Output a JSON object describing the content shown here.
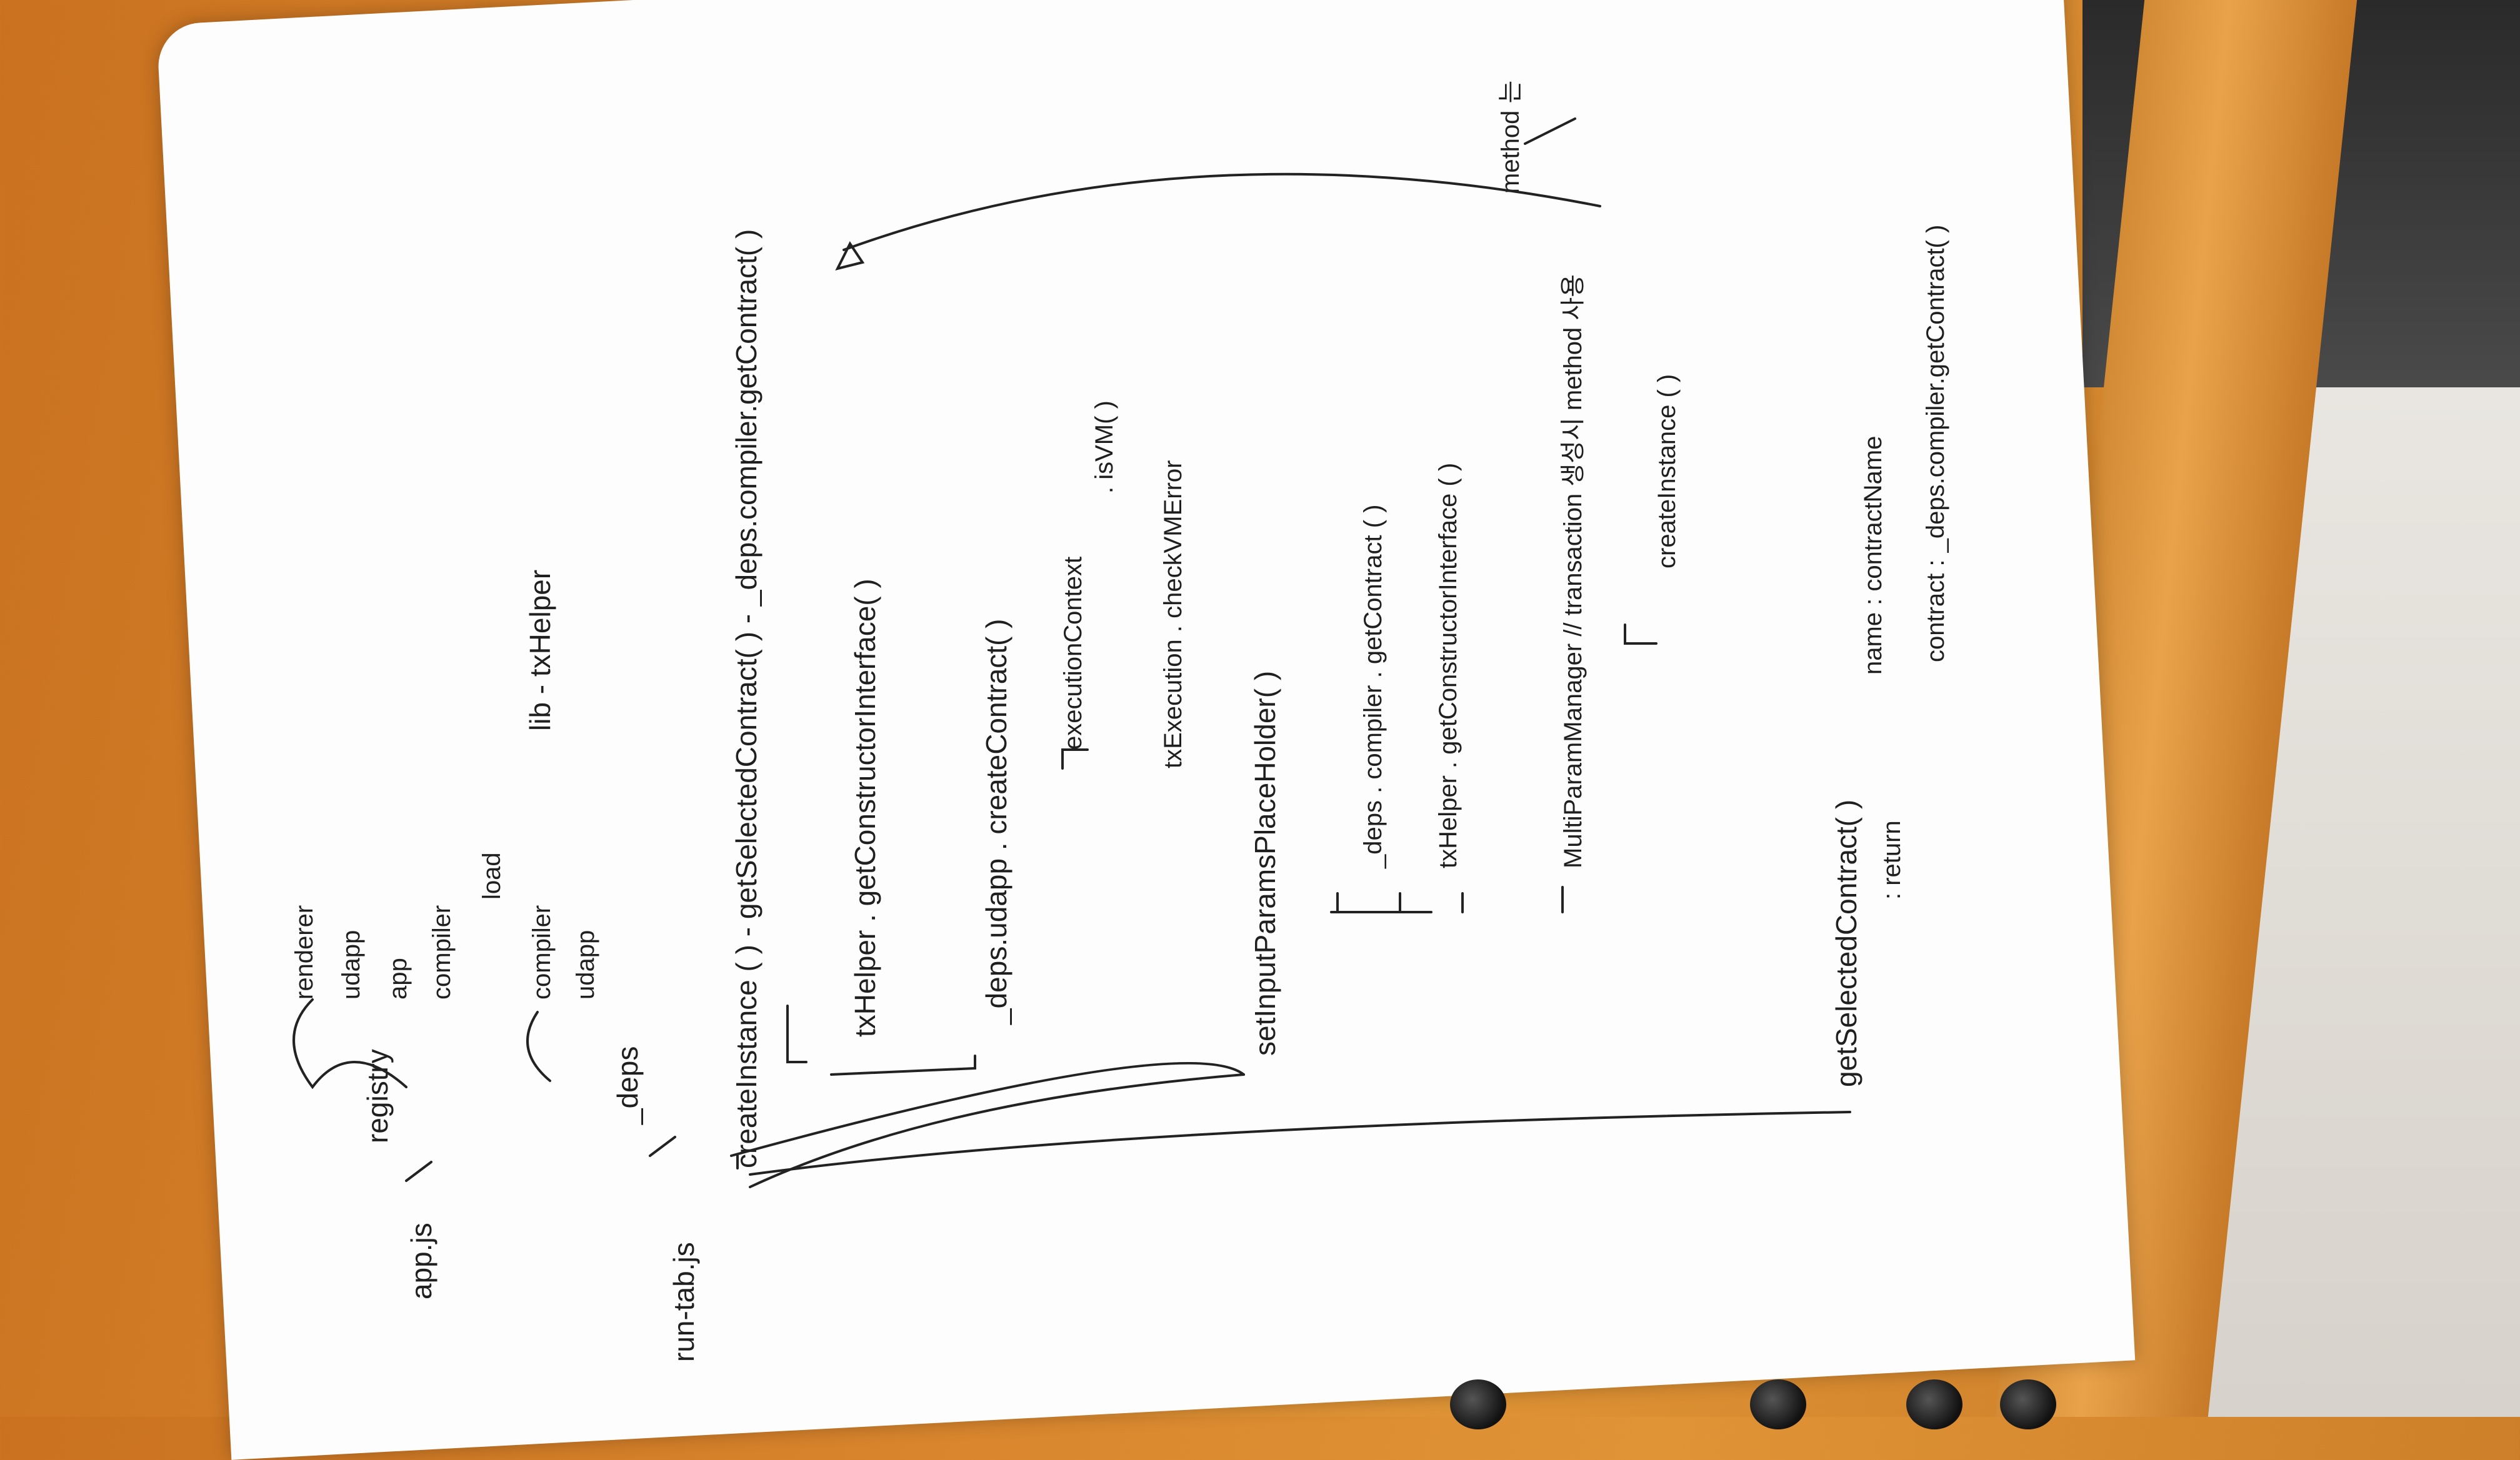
{
  "notes": {
    "app_js": "app.js",
    "registry": "registry",
    "renderer": "renderer",
    "udapp_1": "udapp",
    "app": "app",
    "compiler_1": "compiler",
    "load": "load",
    "compiler_2": "compiler",
    "udapp_2": "udapp",
    "lib": "lib - txHelper",
    "run_tab": "run-tab.js",
    "deps": "_deps",
    "create_instance": "createInstance ( ) - getSelectedContract( ) - _deps.compiler.getContract( )",
    "tx_helper_get": "txHelper . getConstructorInterface( )",
    "udapp_create": "_deps.udapp . createContract( )",
    "execution_context": "executionContext",
    "is_vm": ". isVM( )",
    "tx_execution": "txExecution . checkVMError",
    "set_input": "setInputParamsPlaceHolder( )",
    "deps_compiler": "_deps . compiler . getContract ( )",
    "tx_helper_constructor": "txHelper . getConstructorInterface ( )",
    "multi_param": "MultiParamManager // transaction 생성시 method 사용",
    "method_note": "method 는",
    "create_instance_2": "createInstance ( )",
    "get_selected": "getSelectedContract( )",
    "return": ": return",
    "name_field": "name : contractName",
    "contract_field": "contract : _deps.compiler.getContract( )"
  }
}
